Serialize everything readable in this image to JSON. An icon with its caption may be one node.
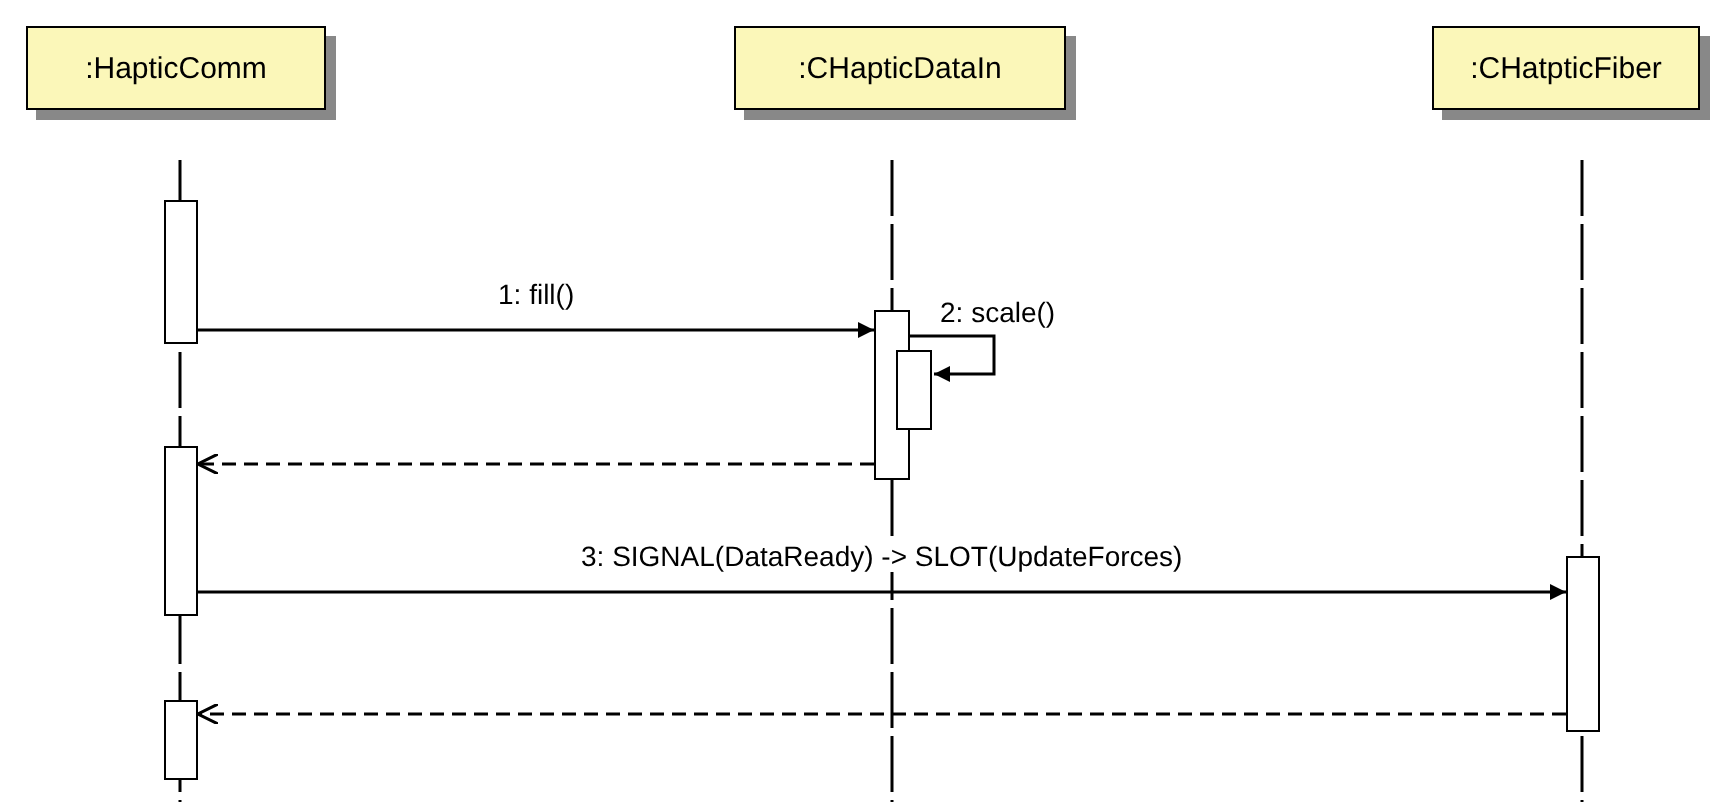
{
  "diagram": {
    "nodes": [
      {
        "text": [
          ":HapticComm"
        ]
      },
      {
        "text": [
          ":CHapticDataIn"
        ]
      },
      {
        "text": [
          ":CHatpticFiber"
        ]
      },
      {
        "text": [],
        "shape": "bar"
      },
      {
        "text": [],
        "shape": "bar"
      },
      {
        "text": [],
        "shape": "bar"
      },
      {
        "text": [],
        "shape": "bar"
      },
      {
        "text": [],
        "shape": "bar"
      },
      {
        "text": [],
        "shape": "bar"
      }
    ],
    "edges": [
      {
        "from": 3,
        "to": 4,
        "arrow": "to",
        "label": "1: fill()"
      },
      {
        "from": 4,
        "to": 5,
        "arrow": "to",
        "label": "2: scale()"
      },
      {
        "from": 4,
        "to": 6,
        "arrow": "to",
        "style": "dashed"
      },
      {
        "from": 6,
        "to": 7,
        "arrow": "to",
        "label": "3: SIGNAL(DataReady) -> SLOT(UpdateForces)"
      },
      {
        "from": 7,
        "to": 8,
        "arrow": "to",
        "style": "dashed"
      }
    ]
  }
}
